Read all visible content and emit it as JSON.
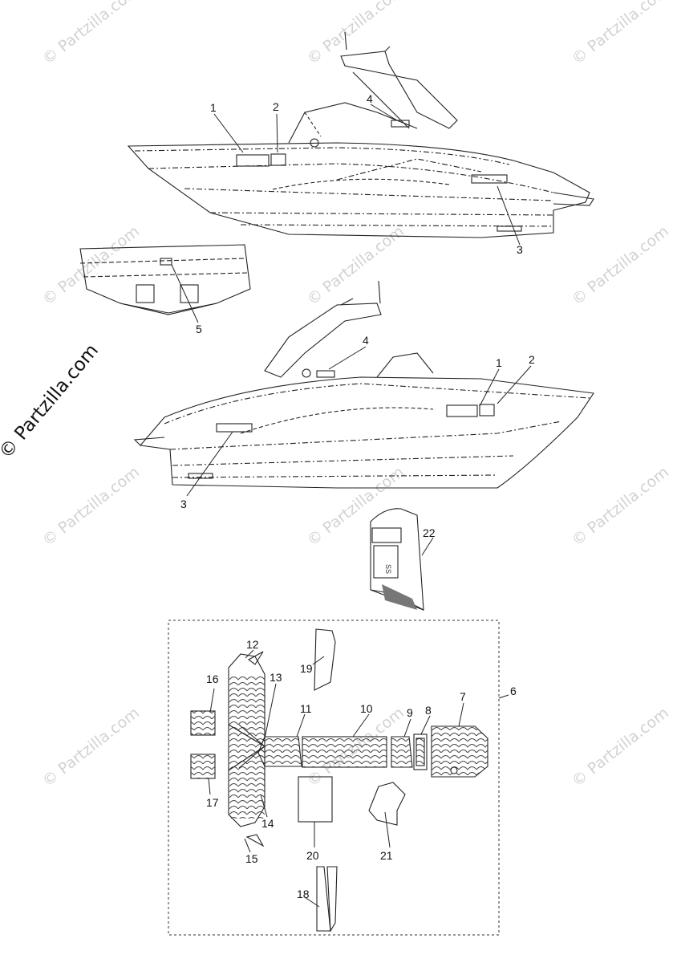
{
  "watermark": "© Partzilla.com",
  "copyright": "© Partzilla.com",
  "callouts": {
    "top_boat": [
      "1",
      "2",
      "4",
      "3"
    ],
    "stern": [
      "5"
    ],
    "lower_boat": [
      "4",
      "1",
      "2",
      "3"
    ],
    "panel": [
      "22"
    ],
    "kit": [
      "12",
      "19",
      "13",
      "16",
      "11",
      "10",
      "9",
      "8",
      "7",
      "6",
      "17",
      "14",
      "20",
      "21",
      "15",
      "18"
    ]
  },
  "panel_label": "SS"
}
